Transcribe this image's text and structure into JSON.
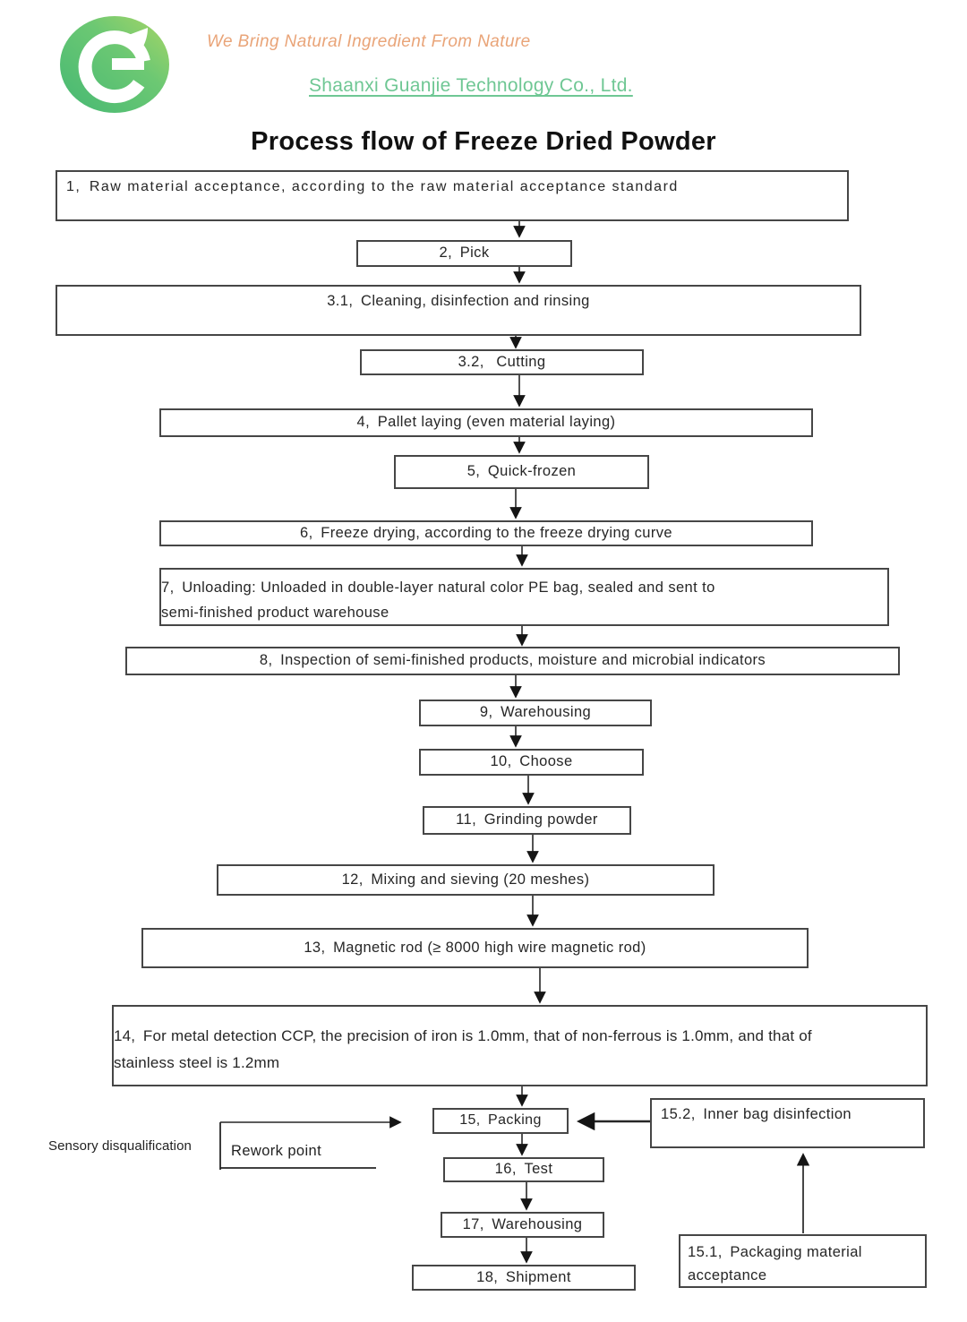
{
  "header": {
    "slogan": "We Bring Natural Ingredient From Nature",
    "company": "Shaanxi Guanjie Technology Co., Ltd.",
    "logo": "guanjie-green-leaf-logo",
    "colors": {
      "slogan_text": "#E9A478",
      "company_text": "#6FC794",
      "logo_green_dark": "#45B873",
      "logo_green_light": "#A9D666"
    }
  },
  "title": "Process flow of Freeze Dried Powder",
  "flow": {
    "steps": [
      {
        "id": "1",
        "label": "1、Raw material acceptance, according to the raw material acceptance standard"
      },
      {
        "id": "2",
        "label": "2、Pick"
      },
      {
        "id": "3.1",
        "label": "3.1、Cleaning, disinfection and rinsing"
      },
      {
        "id": "3.2",
        "label": "3.2、 Cutting"
      },
      {
        "id": "4",
        "label": "4、Pallet laying (even material laying)"
      },
      {
        "id": "5",
        "label": "5、Quick-frozen"
      },
      {
        "id": "6",
        "label": "6、Freeze drying, according to the freeze drying curve"
      },
      {
        "id": "7",
        "lines": [
          "7、Unloading: Unloaded in double-layer natural color PE bag, sealed and sent to",
          "semi-finished product warehouse"
        ]
      },
      {
        "id": "8",
        "label": "8、Inspection of semi-finished products, moisture and microbial indicators"
      },
      {
        "id": "9",
        "label": "9、Warehousing"
      },
      {
        "id": "10",
        "label": "10、Choose"
      },
      {
        "id": "11",
        "label": "11、Grinding powder"
      },
      {
        "id": "12",
        "label": "12、Mixing and sieving (20 meshes)"
      },
      {
        "id": "13",
        "label": "13、Magnetic rod (≥ 8000 high wire magnetic rod)"
      },
      {
        "id": "14",
        "lines": [
          "14、For metal detection CCP, the precision of iron is 1.0mm, that of non-ferrous is 1.0mm, and that of",
          "stainless steel is 1.2mm"
        ]
      },
      {
        "id": "15",
        "label": "15、Packing"
      },
      {
        "id": "15.2",
        "label": "15.2、Inner bag disinfection"
      },
      {
        "id": "16",
        "label": "16、Test"
      },
      {
        "id": "17",
        "label": "17、Warehousing"
      },
      {
        "id": "18",
        "label": "18、Shipment"
      },
      {
        "id": "15.1",
        "lines": [
          "15.1、Packaging material",
          "acceptance"
        ]
      }
    ],
    "annotations": {
      "sensory_disqualification": "Sensory disqualification",
      "rework_point": "Rework point"
    }
  }
}
